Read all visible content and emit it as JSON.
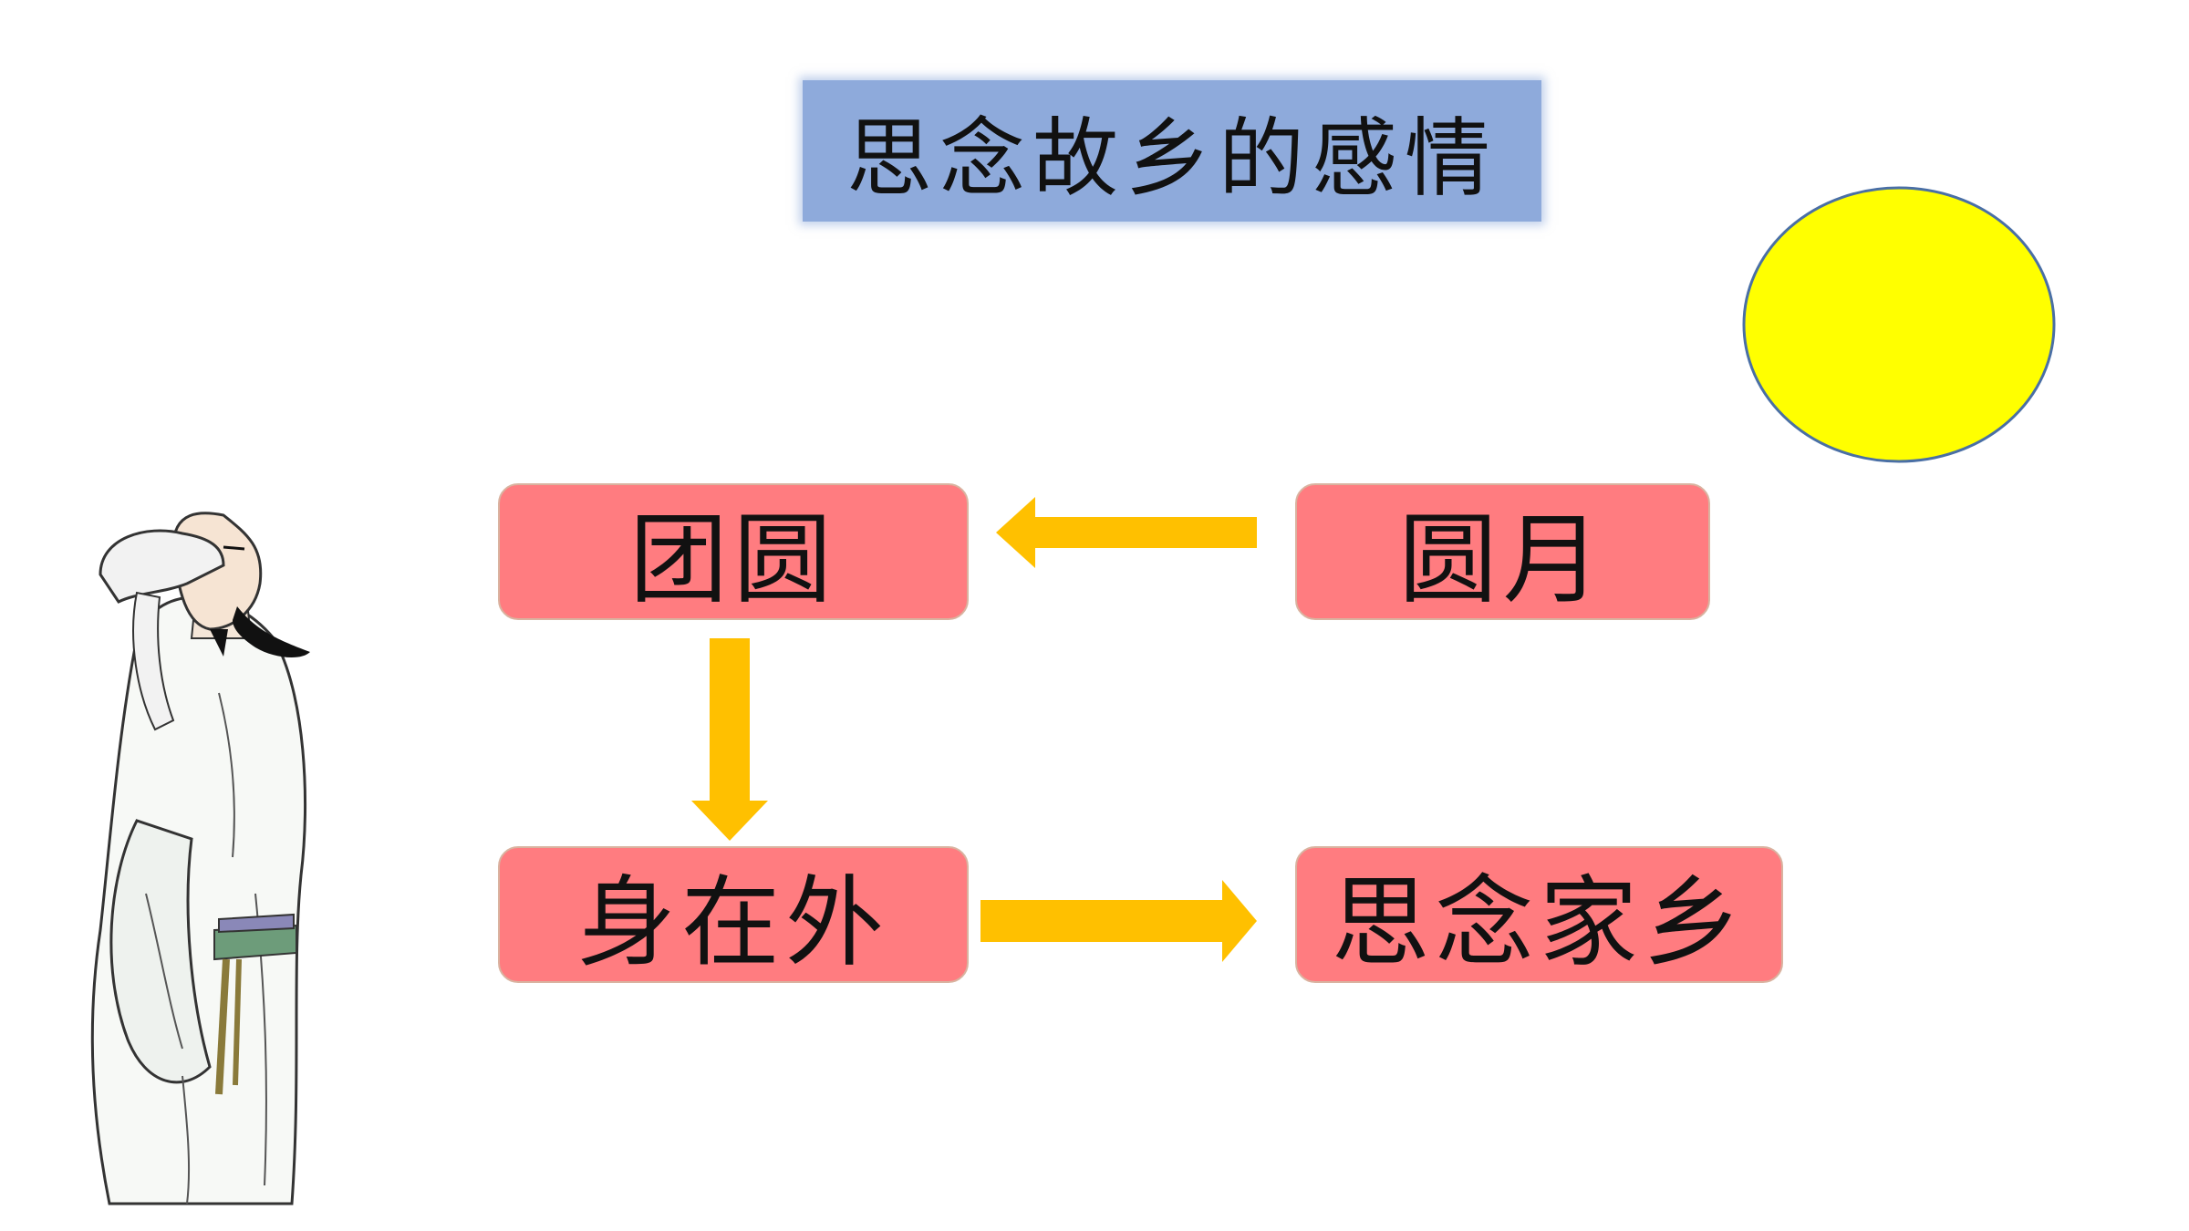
{
  "title": "思念故乡的感情",
  "nodes": {
    "tuanyuan": "团圆",
    "yuanyue": "圆月",
    "shenzaiwai": "身在外",
    "sinian": "思念家乡"
  },
  "colors": {
    "title_bg": "#8eaadb",
    "node_bg": "#ff7c80",
    "arrow": "#ffc000",
    "moon": "#ffff00"
  }
}
